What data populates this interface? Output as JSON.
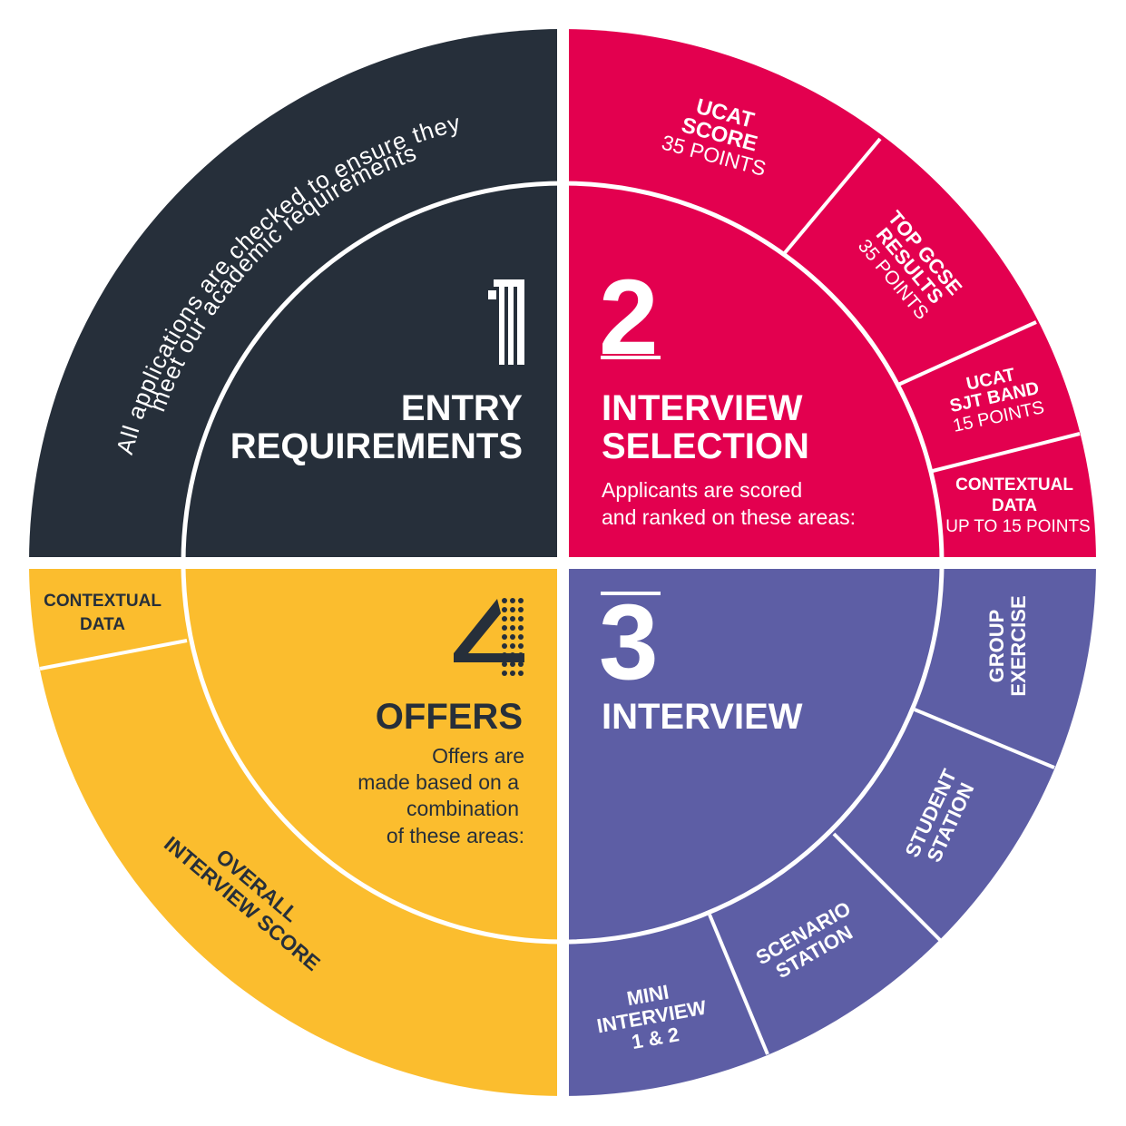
{
  "colors": {
    "entry": "#262f3a",
    "selection": "#e3004f",
    "interview": "#5d5ea5",
    "offers": "#fbbd2e",
    "divider": "#ffffff"
  },
  "quadrants": {
    "entry": {
      "number": "1",
      "title_line1": "ENTRY",
      "title_line2": "REQUIREMENTS",
      "ring_line1": "All applications are checked to ensure they",
      "ring_line2": "meet our academic requirements"
    },
    "selection": {
      "number": "2",
      "title_line1": "INTERVIEW",
      "title_line2": "SELECTION",
      "desc_line1": "Applicants are scored",
      "desc_line2": "and ranked on these areas:",
      "segments": [
        {
          "line1": "UCAT",
          "line2": "SCORE",
          "points": "35 POINTS"
        },
        {
          "line1": "TOP GCSE",
          "line2": "RESULTS",
          "points": "35 POINTS"
        },
        {
          "line1": "UCAT",
          "line2": "SJT BAND",
          "points": "15 POINTS"
        },
        {
          "line1": "CONTEXTUAL",
          "line2": "DATA",
          "points": "UP TO 15 POINTS"
        }
      ]
    },
    "interview": {
      "number": "3",
      "title": "INTERVIEW",
      "segments": [
        {
          "line1": "GROUP",
          "line2": "EXERCISE"
        },
        {
          "line1": "STUDENT",
          "line2": "STATION"
        },
        {
          "line1": "SCENARIO",
          "line2": "STATION"
        },
        {
          "line1": "MINI",
          "line2": "INTERVIEW",
          "line3": "1 & 2"
        }
      ]
    },
    "offers": {
      "number": "4",
      "title": "OFFERS",
      "desc_line1": "Offers are",
      "desc_line2": "made based on a",
      "desc_line3": "combination",
      "desc_line4": "of these areas:",
      "segments": [
        {
          "line1": "CONTEXTUAL",
          "line2": "DATA"
        },
        {
          "line1": "OVERALL",
          "line2": "INTERVIEW SCORE"
        }
      ]
    }
  }
}
